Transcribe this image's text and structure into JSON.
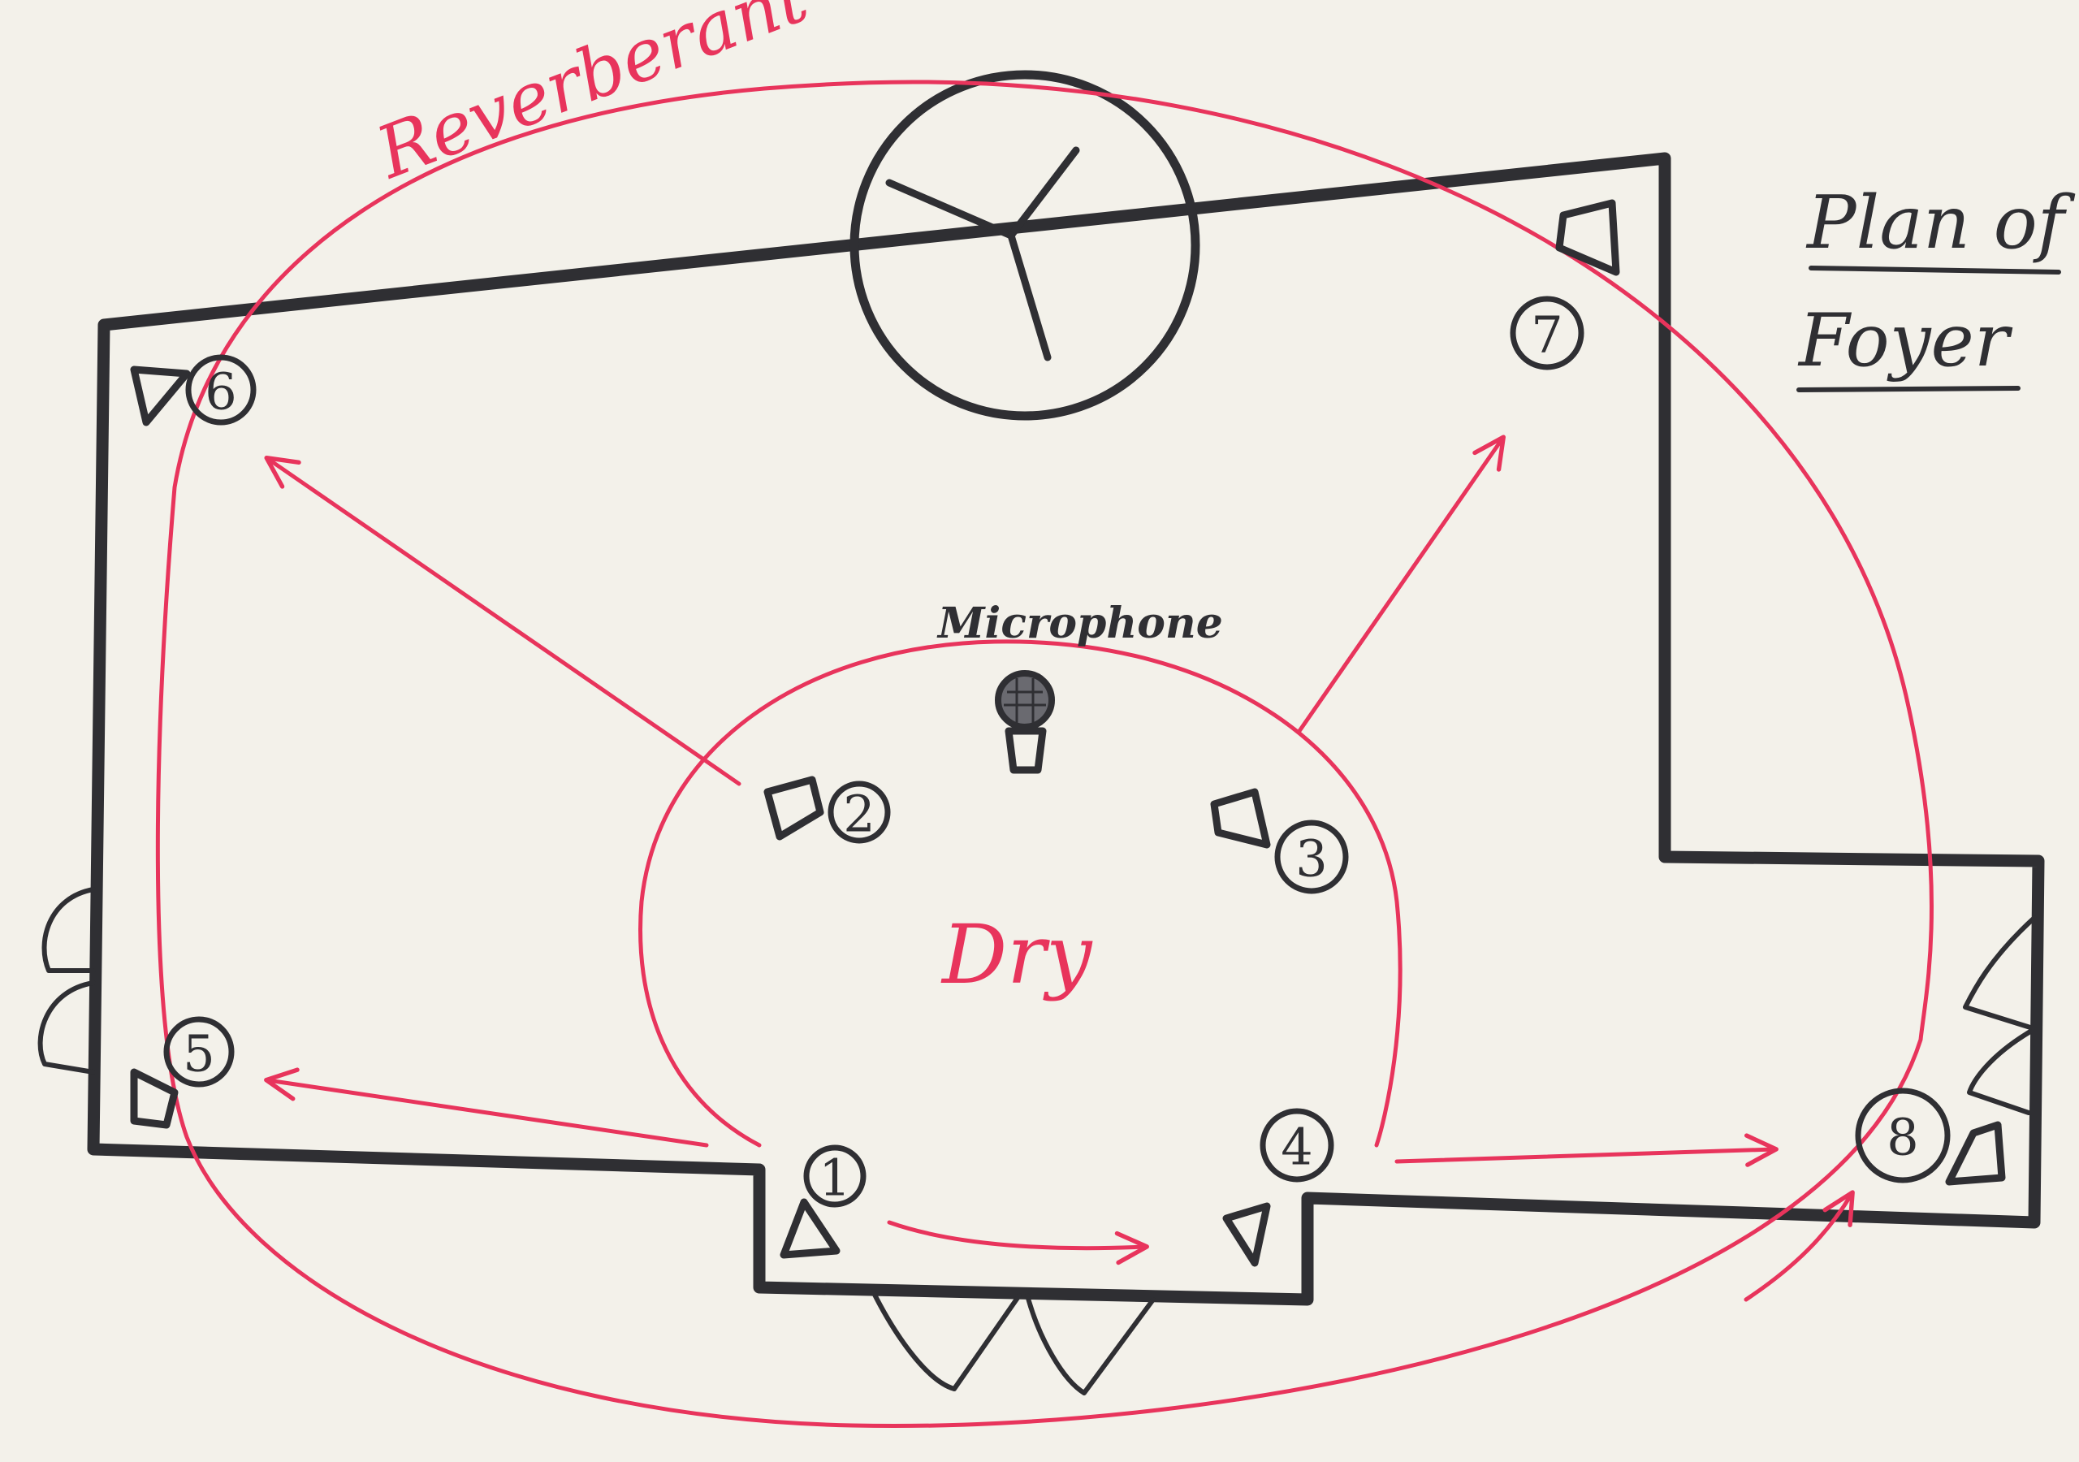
{
  "labels": {
    "reverberant": "Reverberant",
    "dry": "Dry",
    "microphone": "Microphone",
    "title_line1": "Plan of",
    "title_line2": "Foyer"
  },
  "speakers": [
    "1",
    "2",
    "3",
    "4",
    "5",
    "6",
    "7",
    "8"
  ],
  "colors": {
    "ink": "#2f2f33",
    "red": "#e8345c",
    "paper": "#f3f1ea"
  }
}
